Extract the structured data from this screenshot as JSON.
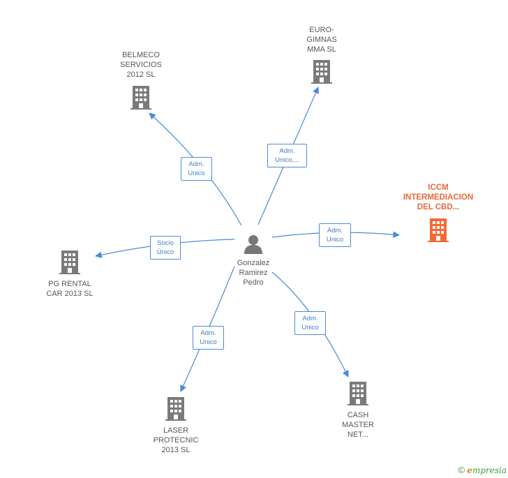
{
  "center": {
    "label": "Gonzalez\nRamirez\nPedro",
    "icon": "person-icon"
  },
  "companies": [
    {
      "id": "belmeco",
      "label": "BELMECO\nSERVICIOS\n2012 SL",
      "icon": "building-icon",
      "highlight": false
    },
    {
      "id": "eurogimnas",
      "label": "EURO-\nGIMNAS\nMMA  SL",
      "icon": "building-icon",
      "highlight": false
    },
    {
      "id": "iccm",
      "label": "ICCM\nINTERMEDIACION\nDEL CBD...",
      "icon": "building-icon",
      "highlight": true
    },
    {
      "id": "pgrental",
      "label": "PG RENTAL\nCAR 2013  SL",
      "icon": "building-icon",
      "highlight": false
    },
    {
      "id": "laser",
      "label": "LASER\nPROTECNIC\n2013 SL",
      "icon": "building-icon",
      "highlight": false
    },
    {
      "id": "cashmaster",
      "label": "CASH\nMASTER\nNET...",
      "icon": "building-icon",
      "highlight": false
    }
  ],
  "edges": [
    {
      "target": "belmeco",
      "label": "Adm.\nUnico"
    },
    {
      "target": "eurogimnas",
      "label": "Adm.\nUnico,..."
    },
    {
      "target": "iccm",
      "label": "Adm.\nUnico"
    },
    {
      "target": "pgrental",
      "label": "Socio\nÚnico"
    },
    {
      "target": "laser",
      "label": "Adm.\nUnico"
    },
    {
      "target": "cashmaster",
      "label": "Adm.\nUnico"
    }
  ],
  "colors": {
    "edge": "#4a8bd6",
    "building": "#7a7a7a",
    "highlight": "#f26a35",
    "person": "#777777"
  },
  "footer": {
    "copyright": "©",
    "brand_first": "e",
    "brand_rest": "mpresia"
  }
}
